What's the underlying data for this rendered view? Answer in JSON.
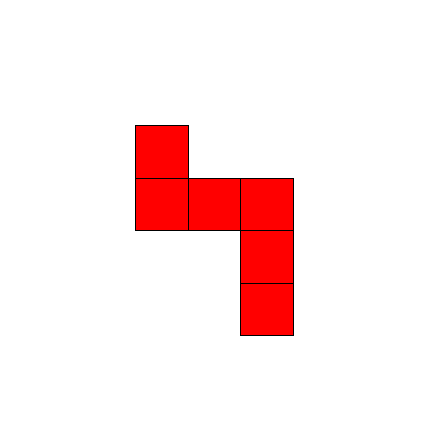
{
  "figure": {
    "shape": "polyomino",
    "cell_count": 6,
    "fill_color": "#ff0000",
    "stroke_color": "#000000",
    "background_color": "#ffffff",
    "cells": [
      {
        "row": 0,
        "col": 0
      },
      {
        "row": 1,
        "col": 0
      },
      {
        "row": 1,
        "col": 1
      },
      {
        "row": 1,
        "col": 2
      },
      {
        "row": 2,
        "col": 2
      },
      {
        "row": 3,
        "col": 2
      }
    ]
  }
}
